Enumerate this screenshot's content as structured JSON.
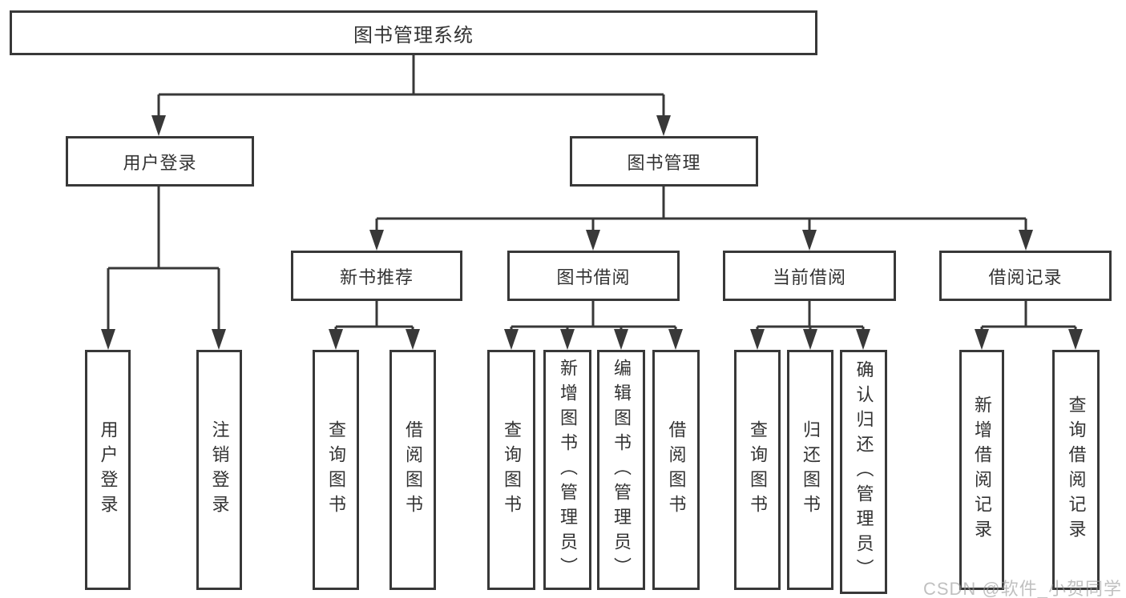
{
  "diagram_title": "图书管理系统",
  "nodes": {
    "root": "图书管理系统",
    "user_login": "用户登录",
    "book_mgmt": "图书管理",
    "new_book_rec": "新书推荐",
    "book_borrow": "图书借阅",
    "current_borrow": "当前借阅",
    "borrow_record": "借阅记录",
    "leaf_user_login": "用户登录",
    "leaf_logout": "注销登录",
    "leaf_query_book_1": "查询图书",
    "leaf_borrow_book_1": "借阅图书",
    "leaf_query_book_2": "查询图书",
    "leaf_add_book": "新增图书（管理员）",
    "leaf_edit_book": "编辑图书（管理员）",
    "leaf_borrow_book_2": "借阅图书",
    "leaf_query_book_3": "查询图书",
    "leaf_return_book": "归还图书",
    "leaf_confirm_return": "确认归还（管理员）",
    "leaf_add_record": "新增借阅记录",
    "leaf_query_record": "查询借阅记录"
  },
  "watermark": "CSDN @软件_小贺同学",
  "colors": {
    "line": "#383838",
    "text": "#333333",
    "watermark": "#9a9a9a",
    "background": "#ffffff"
  }
}
